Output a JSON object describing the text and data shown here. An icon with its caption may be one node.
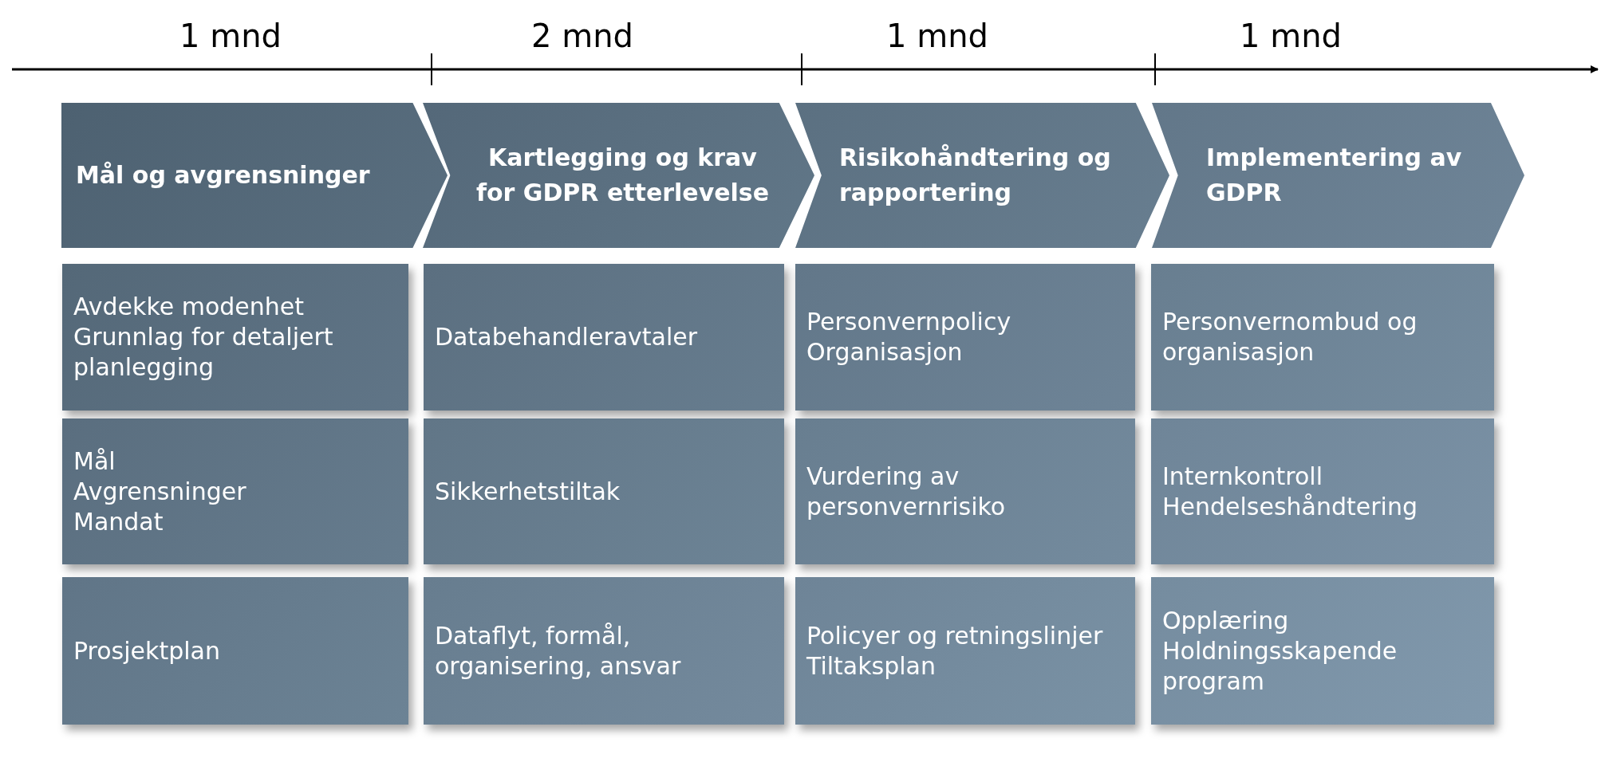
{
  "diagram": {
    "nodes": [
      {
        "text": [
          "Mål og avgrensninger"
        ]
      },
      {
        "text": [
          "Kartlegging og krav for GDPR etterlevelse"
        ]
      },
      {
        "text": [
          "Risikohåndtering og rapportering"
        ]
      },
      {
        "text": [
          "Implementering av GDPR"
        ]
      },
      {
        "text": [
          "Avdekke modenhet",
          "Grunnlag for detaljert planlegging"
        ]
      },
      {
        "text": [
          "Databehandleravtaler"
        ]
      },
      {
        "text": [
          "Personvernpolicy",
          "Organisasjon"
        ]
      },
      {
        "text": [
          "Personvernombud og organisasjon"
        ]
      },
      {
        "text": [
          "Mål",
          "Avgrensninger",
          "Mandat"
        ]
      },
      {
        "text": [
          "Sikkerhetstiltak"
        ]
      },
      {
        "text": [
          "Vurdering av personvernrisiko"
        ]
      },
      {
        "text": [
          "Internkontroll",
          "Hendelseshåndtering"
        ]
      },
      {
        "text": [
          "Prosjektplan"
        ]
      },
      {
        "text": [
          "Dataflyt, formål, organisering, ansvar"
        ]
      },
      {
        "text": [
          "Policyer og retningslinjer",
          "Tiltaksplan"
        ]
      },
      {
        "text": [
          "Opplæring",
          "Holdningsskapende program"
        ]
      }
    ],
    "edges": [],
    "labels": [
      "1 mnd",
      "2 mnd",
      "1 mnd",
      "1 mnd"
    ]
  }
}
